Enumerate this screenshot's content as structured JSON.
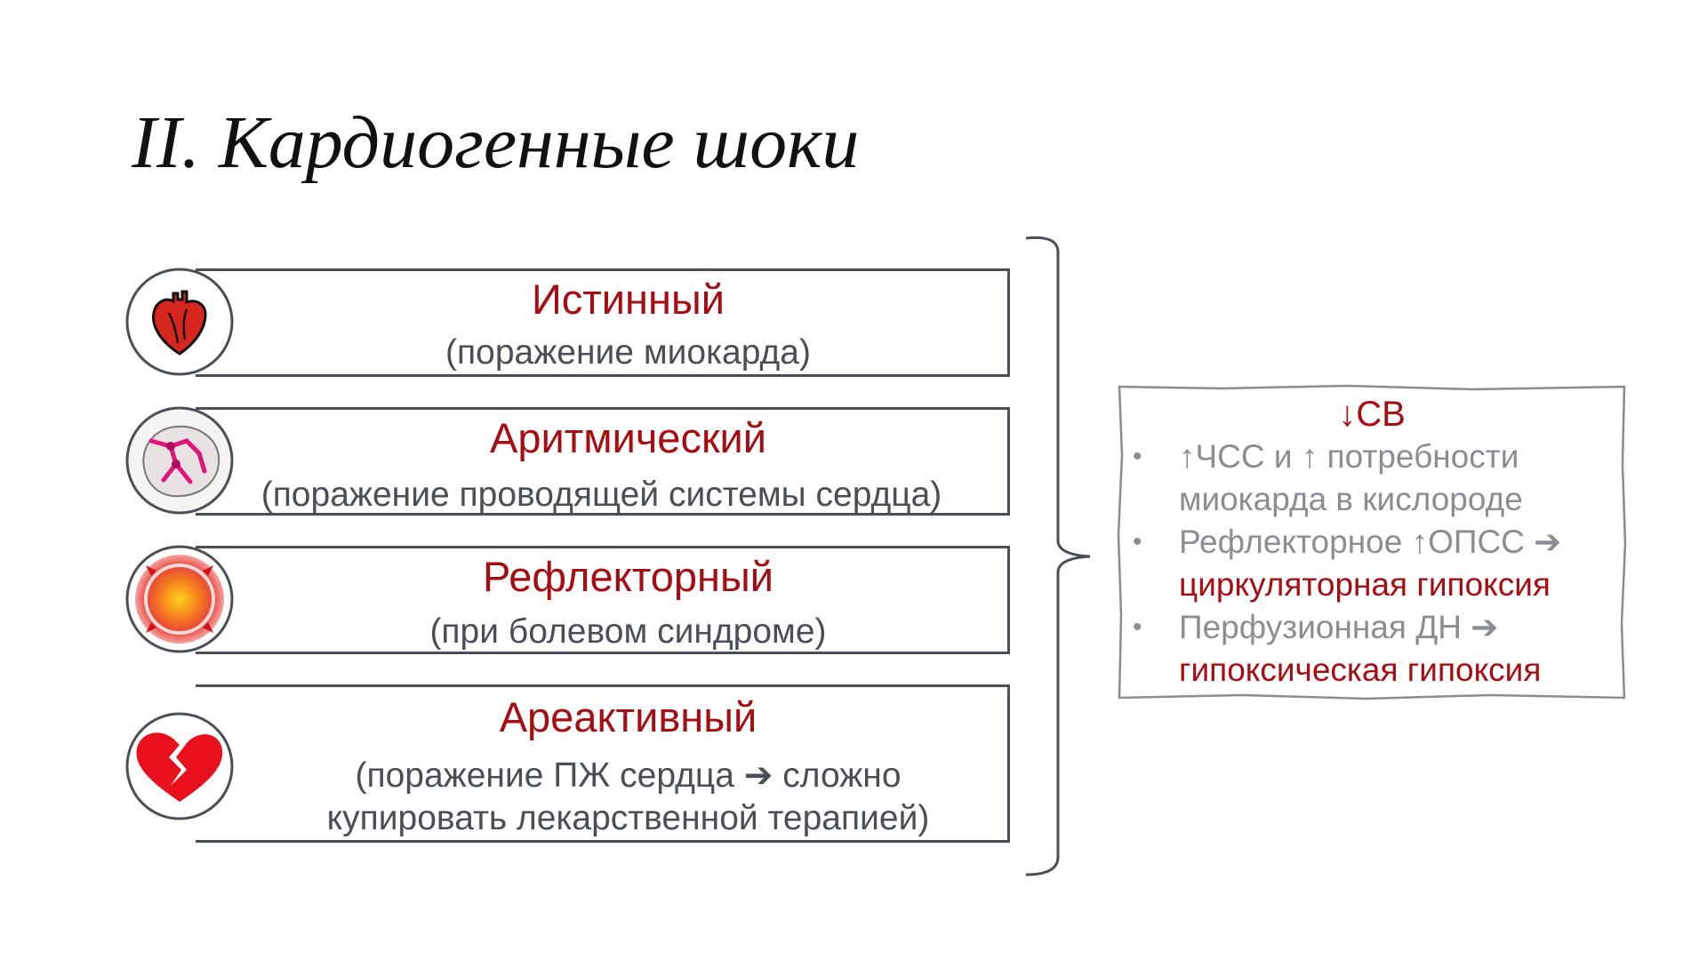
{
  "slide": {
    "title": "II. Кардиогенные шоки"
  },
  "shocks": [
    {
      "name": "Истинный",
      "desc": "(поражение миокарда)",
      "icon": "heart-anatomy-icon"
    },
    {
      "name": "Аритмический",
      "desc": "(поражение проводящей системы сердца)",
      "icon": "conduction-system-icon"
    },
    {
      "name": "Рефлекторный",
      "desc": "(при болевом синдроме)",
      "icon": "pain-burst-icon"
    },
    {
      "name": "Ареактивный",
      "desc_line1": "(поражение ПЖ сердца ➔ сложно",
      "desc_line2": "купировать лекарственной терапией)",
      "icon": "broken-heart-icon"
    }
  ],
  "summary": {
    "head": "↓СВ",
    "bullets": [
      {
        "line1": "↑ЧСС и ↑ потребности",
        "line2": "миокарда в кислороде"
      },
      {
        "line1": "Рефлекторное ↑ОПСС ➔",
        "line2": "циркуляторная гипоксия"
      },
      {
        "line1": "Перфузионная ДН ➔",
        "line2": "гипоксическая гипоксия"
      }
    ]
  },
  "colors": {
    "accent_red": "#a50d12",
    "border_gray": "#4a4f56",
    "text_gray": "#8a8d92"
  }
}
